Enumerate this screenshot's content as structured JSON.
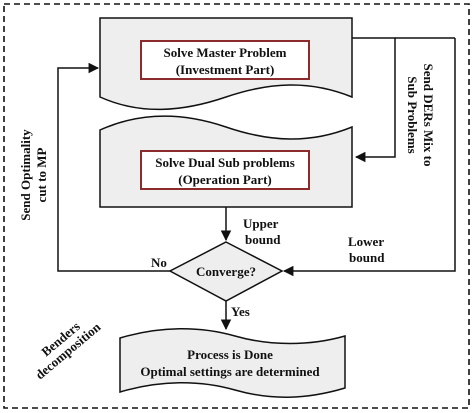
{
  "master_box": {
    "line1": "Solve Master Problem",
    "line2": "(Investment Part)"
  },
  "sub_box": {
    "line1": "Solve Dual Sub problems",
    "line2": "(Operation Part)"
  },
  "decision": {
    "label": "Converge?"
  },
  "terminal": {
    "line1": "Process is Done",
    "line2": "Optimal settings are determined"
  },
  "labels": {
    "upper_line1": "Upper",
    "upper_line2": "bound",
    "lower_line1": "Lower",
    "lower_line2": "bound",
    "no": "No",
    "yes": "Yes",
    "left_line1": "Send Optimality",
    "left_line2": "cut to MP",
    "right_line1": "Send DERs Mix to",
    "right_line2": "Sub Problems",
    "benders_line1": "Benders",
    "benders_line2": "decomposition"
  },
  "colors": {
    "inner_box_border": "#8b2b2b",
    "shape_fill": "#eeeeee",
    "line": "#111111"
  }
}
